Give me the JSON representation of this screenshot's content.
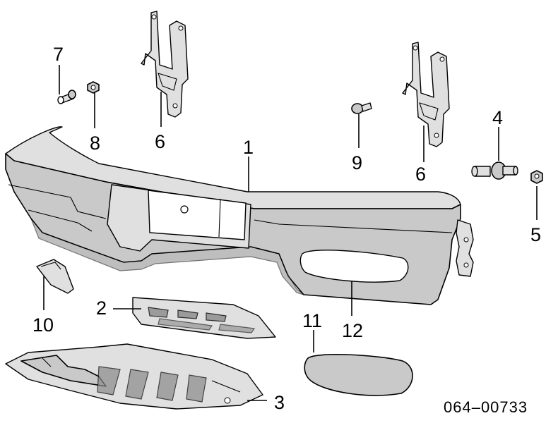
{
  "diagram": {
    "callouts": [
      "1",
      "2",
      "3",
      "4",
      "5",
      "6",
      "6",
      "7",
      "8",
      "9",
      "10",
      "11",
      "12"
    ],
    "document_number": "064–00733"
  }
}
